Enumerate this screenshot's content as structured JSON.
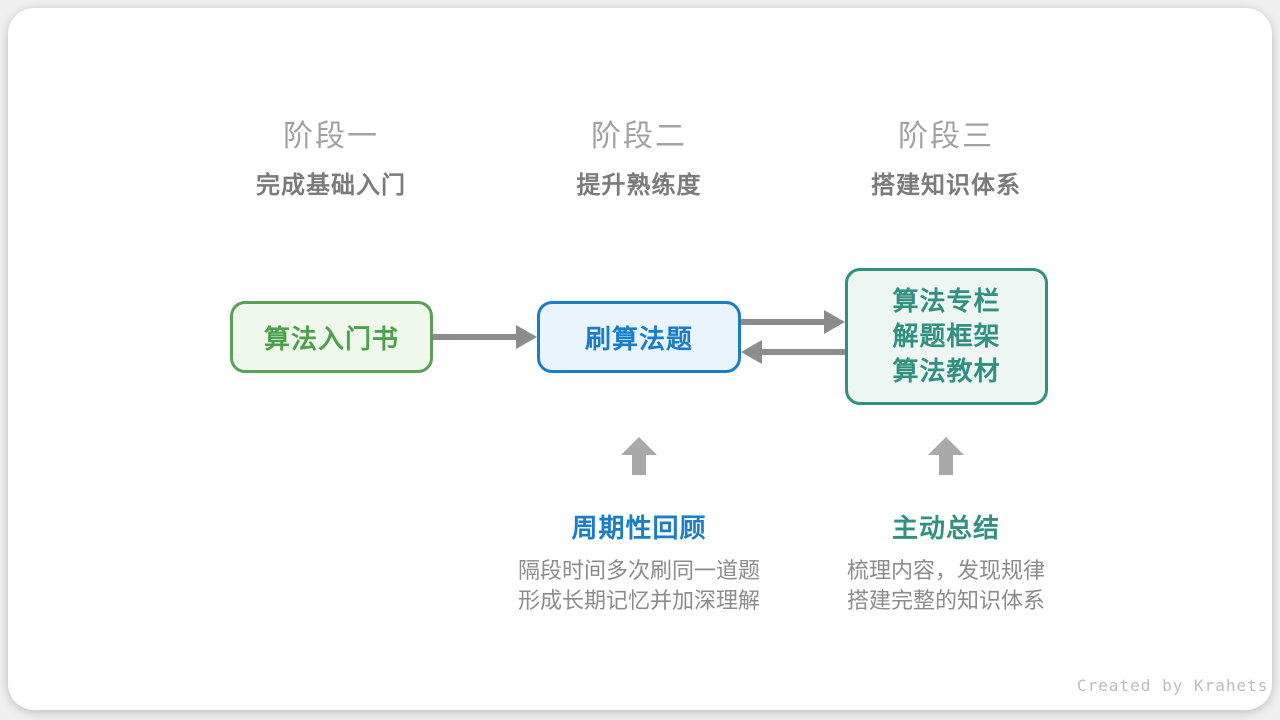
{
  "colors": {
    "green": "#57a257",
    "green_bg": "#f0f8ee",
    "blue": "#1a7dc9",
    "blue_bg": "#eaf4fc",
    "teal": "#30917f",
    "teal_bg": "#eef6f4",
    "arrow_gray": "#8c8c8c",
    "block_arrow_gray": "#a9a9a9",
    "header_gray": "#a2a2a2",
    "subtitle_gray": "#7b7b7b",
    "body_gray": "#8c8c8c",
    "footer_gray": "#bdbdbd"
  },
  "stages": [
    {
      "title": "阶段一",
      "subtitle": "完成基础入门"
    },
    {
      "title": "阶段二",
      "subtitle": "提升熟练度"
    },
    {
      "title": "阶段三",
      "subtitle": "搭建知识体系"
    }
  ],
  "nodes": [
    {
      "label": "算法入门书"
    },
    {
      "label": "刷算法题"
    },
    {
      "lines": [
        "算法专栏",
        "解题框架",
        "算法教材"
      ]
    }
  ],
  "annotations": [
    {
      "label": "周期性回顾",
      "desc_line1": "隔段时间多次刷同一道题",
      "desc_line2": "形成长期记忆并加深理解"
    },
    {
      "label": "主动总结",
      "desc_line1": "梳理内容，发现规律",
      "desc_line2": "搭建完整的知识体系"
    }
  ],
  "footer": "Created by Krahets"
}
